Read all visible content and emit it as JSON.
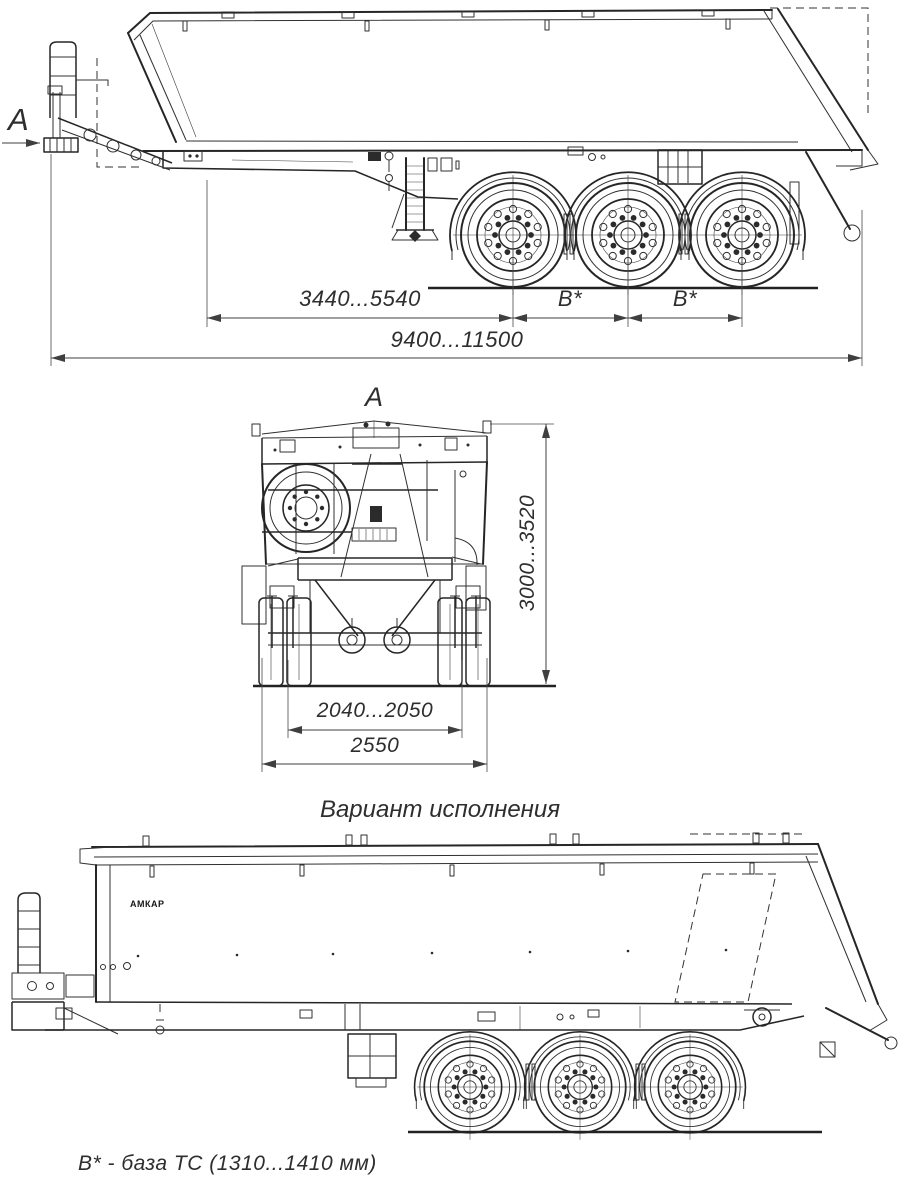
{
  "page": {
    "background": "#ffffff"
  },
  "colors": {
    "line": "#262626",
    "dimension": "#3f3f3f",
    "text": "#2e2e2e"
  },
  "side_view": {
    "section_label": "A",
    "dim_kingpin_to_axles": "3440...5540",
    "dim_base_1": "B*",
    "dim_base_2": "B*",
    "dim_overall_length": "9400...11500"
  },
  "rear_view": {
    "view_label": "A",
    "dim_height": "3000...3520",
    "dim_track": "2040...2050",
    "dim_width": "2550"
  },
  "variant_view": {
    "title": "Вариант исполнения",
    "logo_text": "АМКАР"
  },
  "footnote": "B* - база ТС (1310...1410 мм)"
}
